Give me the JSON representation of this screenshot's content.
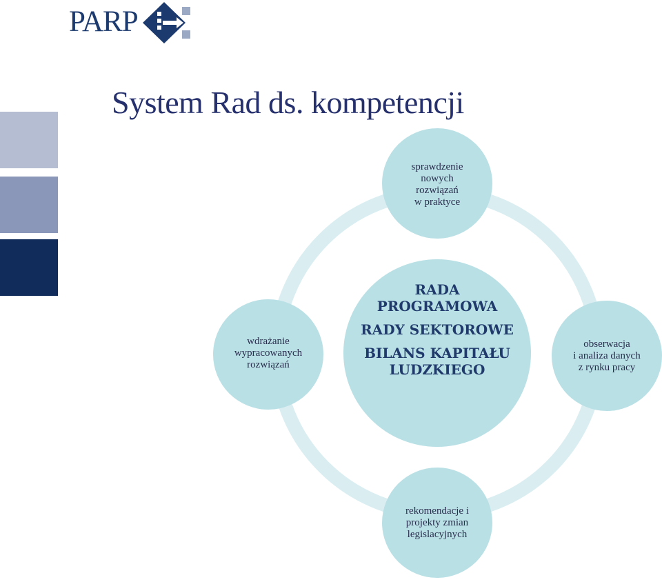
{
  "logo": {
    "text": "PARP"
  },
  "slide": {
    "title": "System Rad ds. kompetencji"
  },
  "diagram": {
    "center": {
      "items": [
        "RADA PROGRAMOWA",
        "RADY SEKTOROWE",
        "BILANS KAPITAŁU LUDZKIEGO"
      ]
    },
    "nodes": {
      "top": {
        "lines": [
          "sprawdzenie",
          "nowych",
          "rozwiązań",
          "w praktyce"
        ]
      },
      "right": {
        "lines": [
          "obserwacja",
          "i analiza danych",
          "z rynku pracy"
        ]
      },
      "bottom": {
        "lines": [
          "rekomendacje i",
          "projekty zmian",
          "legislacyjnych"
        ]
      },
      "left": {
        "lines": [
          "wdrażanie",
          "wypracowanych",
          "rozwiązań"
        ]
      }
    }
  },
  "colors": {
    "title": "#25306c",
    "logo": "#1d3a6e",
    "ring": "#daeef2",
    "node_fill": "#b9e0e5",
    "side_bars": [
      "#b5bdd3",
      "#8b97b9",
      "#112b5a"
    ]
  }
}
